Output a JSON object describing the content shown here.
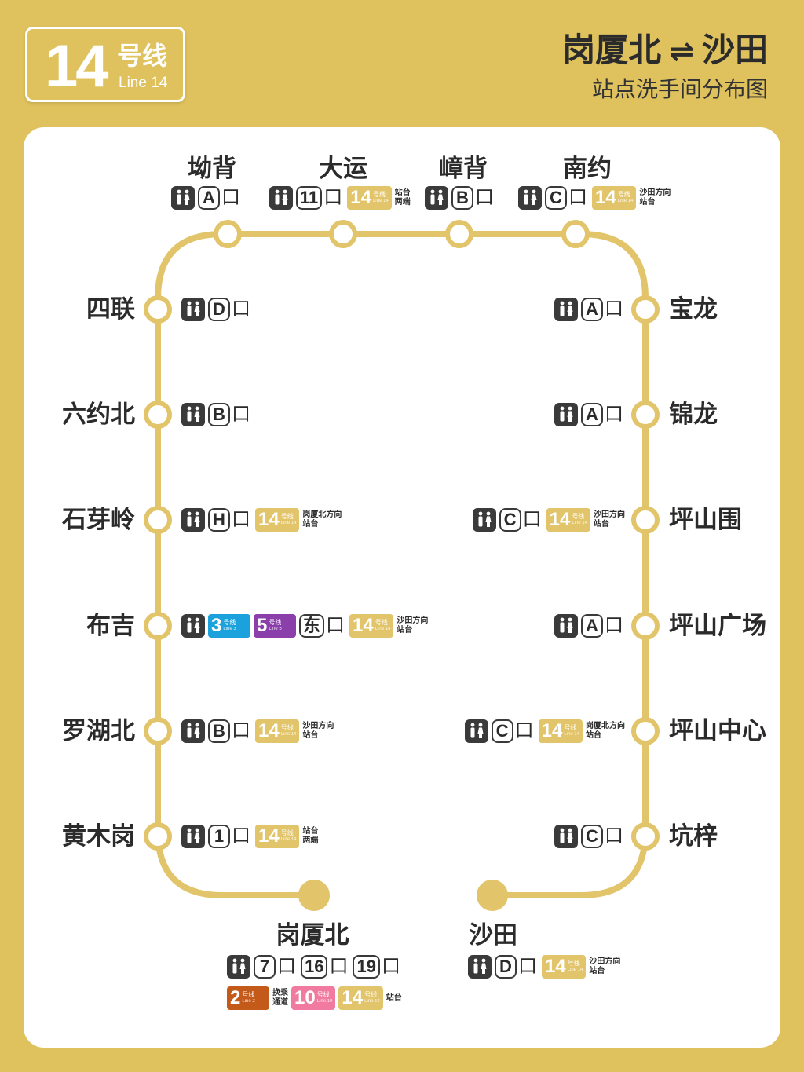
{
  "header": {
    "line_number": "14",
    "line_cn": "号线",
    "line_en": "Line 14",
    "title_from": "岗厦北",
    "title_arrow": "⇌",
    "title_to": "沙田",
    "subtitle": "站点洗手间分布图"
  },
  "legend_labels": {
    "exit_suffix": "口",
    "badge_cn": "号线"
  },
  "colors": {
    "background": "#dfc25e",
    "line14": "#e2c46a",
    "line2": "#c45a1a",
    "line3": "#1ba1dc",
    "line5": "#8a3fab",
    "line10": "#f07aa0",
    "icon": "#3a3a3a"
  },
  "stations": [
    {
      "name": "坳背",
      "amenity": {
        "exits": [
          "A"
        ],
        "badges": [],
        "note": []
      }
    },
    {
      "name": "大运",
      "amenity": {
        "exits": [
          "11"
        ],
        "badges": [
          {
            "num": "14",
            "en": "Line 14",
            "color": "#e2c46a"
          }
        ],
        "note": [
          "站台",
          "两端"
        ]
      }
    },
    {
      "name": "嶂背",
      "amenity": {
        "exits": [
          "B"
        ],
        "badges": [],
        "note": []
      }
    },
    {
      "name": "南约",
      "amenity": {
        "exits": [
          "C"
        ],
        "badges": [
          {
            "num": "14",
            "en": "Line 14",
            "color": "#e2c46a"
          }
        ],
        "note": [
          "沙田方向",
          "站台"
        ]
      }
    },
    {
      "name": "四联",
      "amenity": {
        "exits": [
          "D"
        ],
        "badges": [],
        "note": []
      }
    },
    {
      "name": "六约北",
      "amenity": {
        "exits": [
          "B"
        ],
        "badges": [],
        "note": []
      }
    },
    {
      "name": "石芽岭",
      "amenity": {
        "exits": [
          "H"
        ],
        "badges": [
          {
            "num": "14",
            "en": "Line 14",
            "color": "#e2c46a"
          }
        ],
        "note": [
          "岗厦北方向",
          "站台"
        ]
      }
    },
    {
      "name": "布吉",
      "amenity": {
        "pre_badges": [
          {
            "num": "3",
            "en": "Line 3",
            "color": "#1ba1dc"
          },
          {
            "num": "5",
            "en": "Line 5",
            "color": "#8a3fab"
          }
        ],
        "exits": [
          "东"
        ],
        "badges": [
          {
            "num": "14",
            "en": "Line 14",
            "color": "#e2c46a"
          }
        ],
        "note": [
          "沙田方向",
          "站台"
        ]
      }
    },
    {
      "name": "罗湖北",
      "amenity": {
        "exits": [
          "B"
        ],
        "badges": [
          {
            "num": "14",
            "en": "Line 14",
            "color": "#e2c46a"
          }
        ],
        "note": [
          "沙田方向",
          "站台"
        ]
      }
    },
    {
      "name": "黄木岗",
      "amenity": {
        "exits": [
          "1"
        ],
        "badges": [
          {
            "num": "14",
            "en": "Line 14",
            "color": "#e2c46a"
          }
        ],
        "note": [
          "站台",
          "两端"
        ]
      }
    },
    {
      "name": "岗厦北",
      "amenity": {
        "exits": [
          "7",
          "16",
          "19"
        ],
        "badges": [],
        "note": []
      },
      "row2": {
        "badges": [
          {
            "num": "2",
            "en": "Line 2",
            "color": "#c45a1a"
          }
        ],
        "mid_note": [
          "换乘",
          "通道"
        ],
        "badges2": [
          {
            "num": "10",
            "en": "Line 10",
            "color": "#f07aa0"
          },
          {
            "num": "14",
            "en": "Line 14",
            "color": "#e2c46a"
          }
        ],
        "note": [
          "站台"
        ]
      }
    },
    {
      "name": "沙田",
      "amenity": {
        "exits": [
          "D"
        ],
        "badges": [
          {
            "num": "14",
            "en": "Line 14",
            "color": "#e2c46a"
          }
        ],
        "note": [
          "沙田方向",
          "站台"
        ]
      }
    },
    {
      "name": "宝龙",
      "amenity": {
        "exits": [
          "A"
        ],
        "badges": [],
        "note": []
      }
    },
    {
      "name": "锦龙",
      "amenity": {
        "exits": [
          "A"
        ],
        "badges": [],
        "note": []
      }
    },
    {
      "name": "坪山围",
      "amenity": {
        "exits": [
          "C"
        ],
        "badges": [
          {
            "num": "14",
            "en": "Line 14",
            "color": "#e2c46a"
          }
        ],
        "note": [
          "沙田方向",
          "站台"
        ]
      }
    },
    {
      "name": "坪山广场",
      "amenity": {
        "exits": [
          "A"
        ],
        "badges": [],
        "note": []
      }
    },
    {
      "name": "坪山中心",
      "amenity": {
        "exits": [
          "C"
        ],
        "badges": [
          {
            "num": "14",
            "en": "Line 14",
            "color": "#e2c46a"
          }
        ],
        "note": [
          "岗厦北方向",
          "站台"
        ]
      }
    },
    {
      "name": "坑梓",
      "amenity": {
        "exits": [
          "C"
        ],
        "badges": [],
        "note": []
      }
    }
  ]
}
